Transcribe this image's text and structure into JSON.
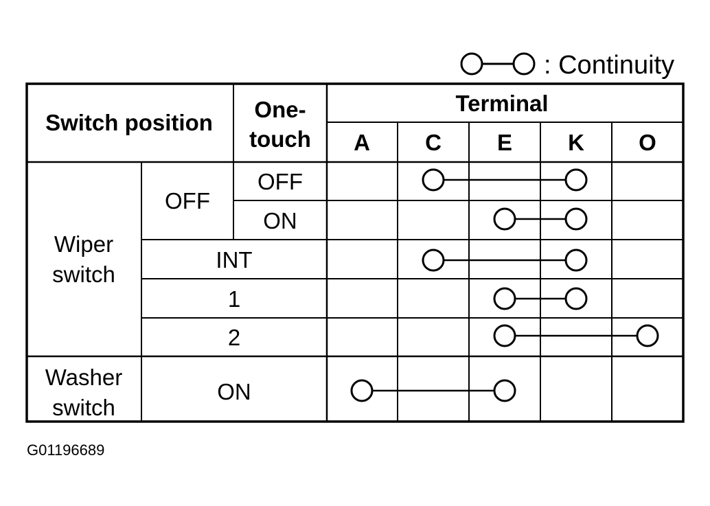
{
  "legend": {
    "text": ": Continuity"
  },
  "header": {
    "switch_position": "Switch position",
    "one_touch": [
      "One-",
      "touch"
    ],
    "terminal": "Terminal",
    "terminals": [
      "A",
      "C",
      "E",
      "K",
      "O"
    ]
  },
  "rows": {
    "wiper_switch": [
      "Wiper",
      "switch"
    ],
    "washer_switch": [
      "Washer",
      "switch"
    ],
    "off": "OFF",
    "one_touch_off": "OFF",
    "one_touch_on": "ON",
    "int": "INT",
    "speed_1": "1",
    "speed_2": "2",
    "washer_on": "ON"
  },
  "continuity": [
    {
      "row": "OFF / One-touch OFF",
      "terminals": [
        "C",
        "K"
      ]
    },
    {
      "row": "OFF / One-touch ON",
      "terminals": [
        "E",
        "K"
      ]
    },
    {
      "row": "INT",
      "terminals": [
        "C",
        "K"
      ]
    },
    {
      "row": "1",
      "terminals": [
        "E",
        "K"
      ]
    },
    {
      "row": "2",
      "terminals": [
        "E",
        "O"
      ]
    },
    {
      "row": "Washer ON",
      "terminals": [
        "A",
        "E"
      ]
    }
  ],
  "figure_id": "G01196689"
}
